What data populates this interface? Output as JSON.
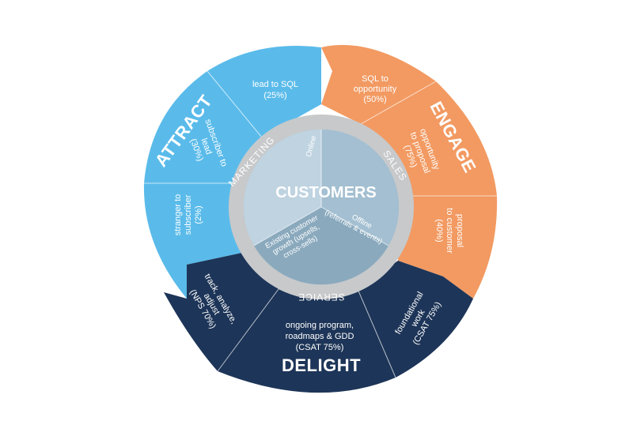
{
  "hub_title": "CUSTOMERS",
  "ring_labels": {
    "marketing": "MARKETING",
    "sales": "SALES",
    "service": "SERVICE"
  },
  "phases": {
    "attract": "ATTRACT",
    "engage": "ENGAGE",
    "delight": "DELIGHT"
  },
  "segments": {
    "lead_to_sql": [
      "lead to SQL",
      "(25%)"
    ],
    "subscriber_to_lead": [
      "subscriber to",
      "lead",
      "(30%)"
    ],
    "stranger_to_subscriber": [
      "stranger to",
      "subscriber",
      "(2%)"
    ],
    "sql_to_opportunity": [
      "SQL to",
      "opportunity",
      "(50%)"
    ],
    "opportunity_to_proposal": [
      "opportunity",
      "to proposal",
      "(75%)"
    ],
    "proposal_to_customer": [
      "proposal",
      "to customer",
      "(40%)"
    ],
    "track_analyze_adjust": [
      "track, analyze,",
      "adjust",
      "(NPS 70%)"
    ],
    "ongoing_program": [
      "ongoing program,",
      "roadmaps & GDD",
      "(CSAT 75%)"
    ],
    "foundational_work": [
      "foundational",
      "work",
      "(CSAT 75%)"
    ]
  },
  "core": {
    "online": "Online",
    "offline": [
      "Offline",
      "(referrals & events)"
    ],
    "existing": [
      "Existing customer",
      "growth (upsells,",
      "cross-sells)"
    ]
  },
  "colors": {
    "attract": "#5ABBEA",
    "engage": "#F29A62",
    "delight": "#1D3558",
    "ring": "#C7C9CB",
    "core_marketing": "#BFD3E1",
    "core_sales": "#A3BFD1",
    "core_service": "#8AA9BD"
  }
}
